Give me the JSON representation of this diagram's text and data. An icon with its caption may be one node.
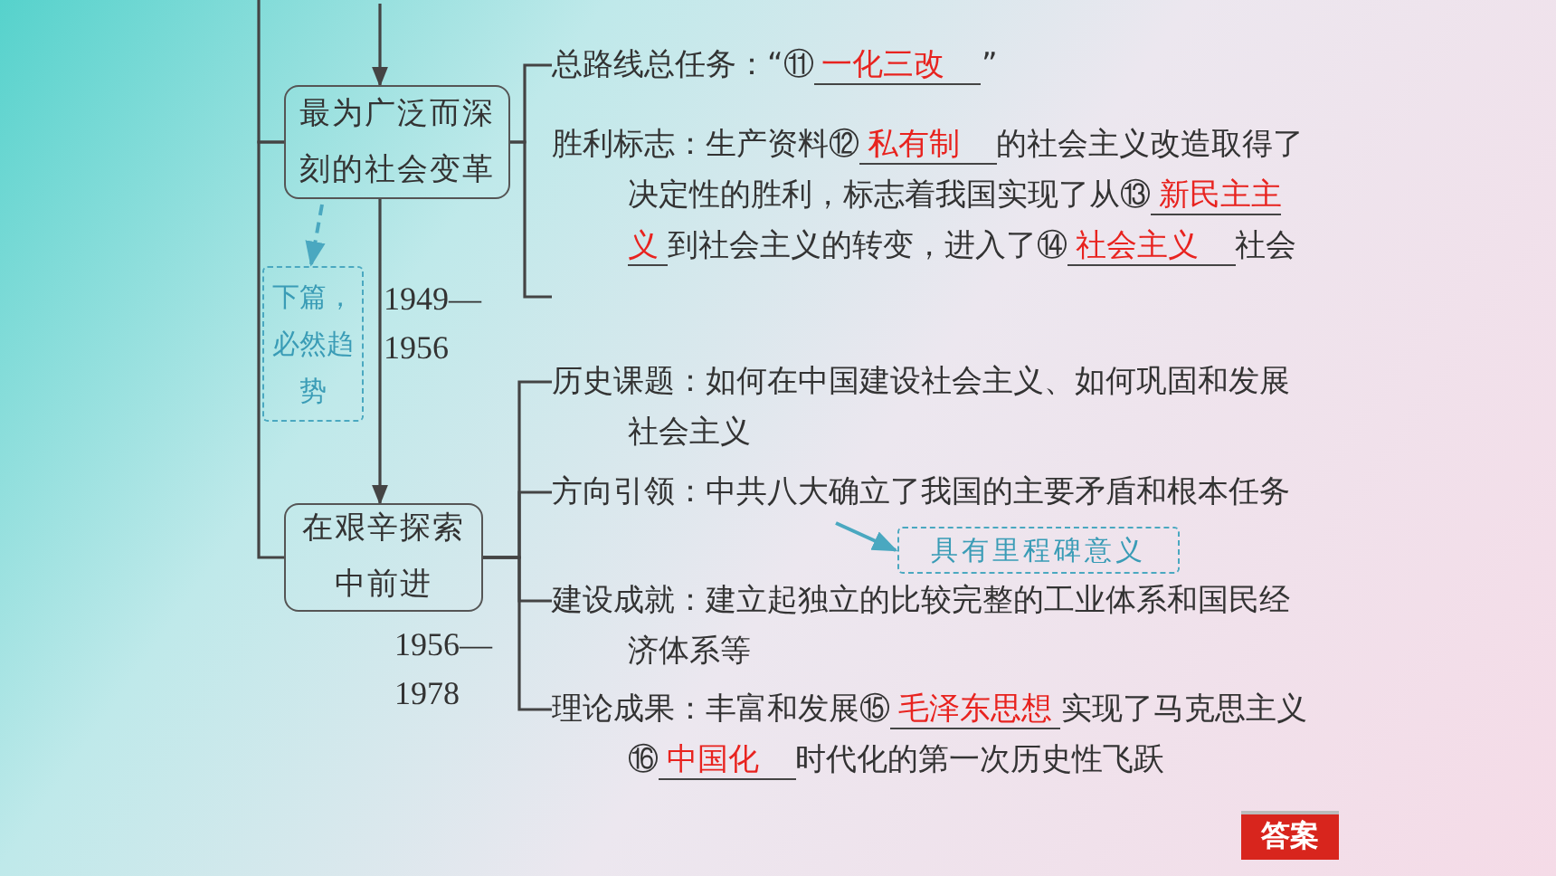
{
  "diagram": {
    "nodes": [
      {
        "text": [
          "最为广泛而深刻的社会变革"
        ]
      },
      {
        "text": [
          "下篇，必然趋势"
        ]
      },
      {
        "text": [
          "在艰辛探索中前进"
        ]
      },
      {
        "text": [
          "总路线总任务：“⑪",
          "一化三改",
          "”"
        ]
      },
      {
        "text": [
          "胜利标志：生产资料⑫",
          "私有制",
          "的社会主义改造取得了决定性的胜利，标志着我国实现了从⑬",
          "新民主主义",
          "到社会主义的转变，进入了⑭",
          "社会主义",
          "社会"
        ]
      },
      {
        "text": [
          "历史课题：如何在中国建设社会主义、如何巩固和发展社会主义"
        ]
      },
      {
        "text": [
          "方向引领：中共八大确立了我国的主要矛盾和根本任务"
        ]
      },
      {
        "text": [
          "建设成就：建立起独立的比较完整的工业体系和国民经济体系等"
        ]
      },
      {
        "text": [
          "理论成果：丰富和发展⑮",
          "毛泽东思想",
          "实现了马克思主义⑯",
          "中国化",
          "时代化的第一次历史性飞跃"
        ]
      },
      {
        "text": [
          "具有里程碑意义"
        ]
      }
    ],
    "edges": [
      {
        "from": null,
        "to": 0,
        "arrow": "to"
      },
      {
        "from": null,
        "to": 0,
        "arrow": "none"
      },
      {
        "from": 0,
        "to": 2,
        "arrow": "none"
      },
      {
        "from": 0,
        "to": 2,
        "arrow": "to"
      },
      {
        "from": 0,
        "to": 1,
        "arrow": "to",
        "style": "dashed",
        "color": "#4aa8c0"
      },
      {
        "from": 0,
        "to": 3,
        "arrow": "none"
      },
      {
        "from": 0,
        "to": 4,
        "arrow": "none"
      },
      {
        "from": 2,
        "to": 5,
        "arrow": "none"
      },
      {
        "from": 2,
        "to": 6,
        "arrow": "none"
      },
      {
        "from": 2,
        "to": 7,
        "arrow": "none"
      },
      {
        "from": 2,
        "to": 8,
        "arrow": "none"
      },
      {
        "from": 6,
        "to": 9,
        "arrow": "to",
        "color": "#4aa8c0"
      }
    ],
    "labels": [
      "1949—1956",
      "1956—1978",
      "答案"
    ]
  }
}
